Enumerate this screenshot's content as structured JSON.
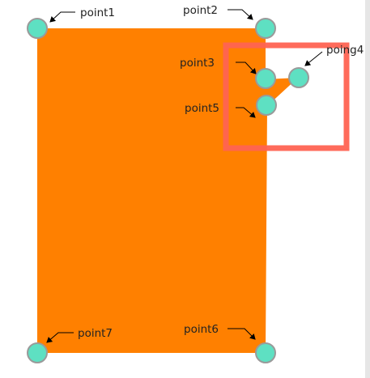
{
  "colors": {
    "shape_fill": "#FF8000",
    "point_fill": "#5EE0C2",
    "point_stroke": "#9A9A9A",
    "highlight_stroke": "#FF6352",
    "arrow_color": "#000000"
  },
  "points": [
    {
      "id": "point1",
      "label": "point1"
    },
    {
      "id": "point2",
      "label": "point2"
    },
    {
      "id": "point3",
      "label": "point3"
    },
    {
      "id": "poing4",
      "label": "poing4"
    },
    {
      "id": "point5",
      "label": "point5"
    },
    {
      "id": "point6",
      "label": "point6"
    },
    {
      "id": "point7",
      "label": "point7"
    }
  ]
}
